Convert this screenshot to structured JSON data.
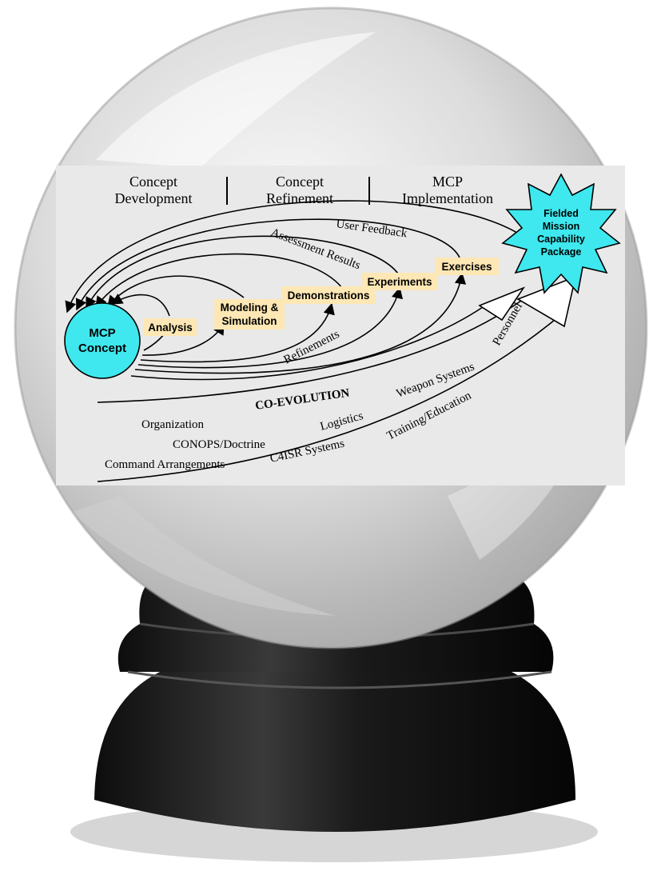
{
  "colors": {
    "panel": "#e9e9e9",
    "box_fill": "#fde7b4",
    "node_fill": "#3ee8ee",
    "stroke": "#000000",
    "stand": "#141414"
  },
  "phases": [
    {
      "line1": "Concept",
      "line2": "Development"
    },
    {
      "line1": "Concept",
      "line2": "Refinement"
    },
    {
      "line1": "MCP",
      "line2": "Implementation"
    }
  ],
  "concept_node": {
    "line1": "MCP",
    "line2": "Concept"
  },
  "goal_node": {
    "line1": "Fielded",
    "line2": "Mission",
    "line3": "Capability",
    "line4": "Package"
  },
  "stages": {
    "analysis": "Analysis",
    "modeling_line1": "Modeling &",
    "modeling_line2": "Simulation",
    "demonstrations": "Demonstrations",
    "experiments": "Experiments",
    "exercises": "Exercises"
  },
  "flows": {
    "user_feedback": "User Feedback",
    "assessment_results": "Assessment Results",
    "refinements": "Refinements"
  },
  "coevolution": {
    "title": "CO-EVOLUTION",
    "items": {
      "personnel": "Personnel",
      "weapon_systems": "Weapon Systems",
      "training_education": "Training/Education",
      "logistics": "Logistics",
      "organization": "Organization",
      "conops": "CONOPS/Doctrine",
      "c4isr": "C4ISR Systems",
      "command": "Command Arrangements"
    }
  }
}
